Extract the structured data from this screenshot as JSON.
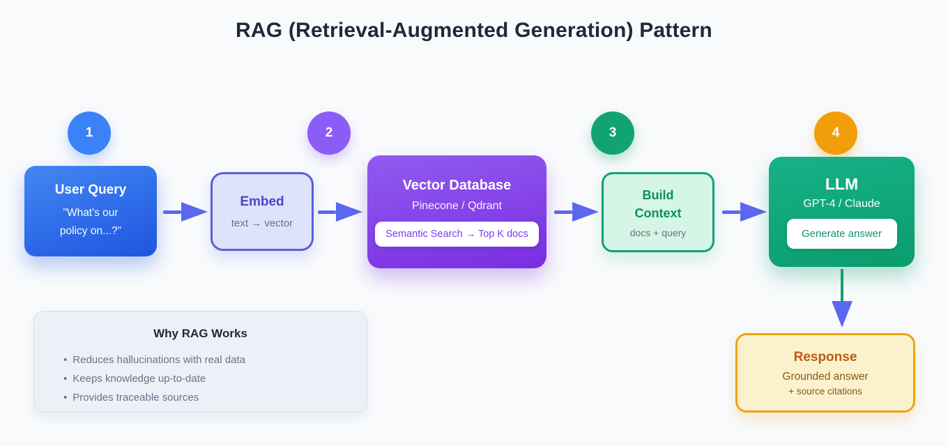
{
  "page": {
    "title": "RAG (Retrieval-Augmented Generation) Pattern",
    "background": "#f8fafc"
  },
  "steps": [
    {
      "number": "1",
      "color": "#3b82f6"
    },
    {
      "number": "2",
      "color": "#8b5cf6"
    },
    {
      "number": "3",
      "color": "#11a374"
    },
    {
      "number": "4",
      "color": "#f29d0a"
    }
  ],
  "nodes": {
    "user_query": {
      "title": "User Query",
      "subtitle": "\"What's our policy on...?\"",
      "accent": "#1e55e0"
    },
    "embed": {
      "title": "Embed",
      "subtitle": "text → vector",
      "accent": "#5a5fd8"
    },
    "vector_db": {
      "title": "Vector Database",
      "subtitle": "Pinecone / Qdrant",
      "badge": "Semantic Search → Top K docs",
      "accent": "#7c3aed"
    },
    "build_context": {
      "title": "Build Context",
      "subtitle": "docs + query",
      "accent": "#12a273"
    },
    "llm": {
      "title": "LLM",
      "subtitle": "GPT-4 / Claude",
      "badge": "Generate answer",
      "accent": "#0a9c6d"
    },
    "response": {
      "title": "Response",
      "subtitle_line1": "Grounded answer",
      "subtitle_line2": "+ source citations",
      "accent": "#efa213"
    }
  },
  "why": {
    "title": "Why RAG Works",
    "bullet_char": "•",
    "bullets": [
      "Reduces hallucinations with real data",
      "Keeps knowledge up-to-date",
      "Provides traceable sources"
    ]
  },
  "colors": {
    "arrow": "#5b68ee",
    "down_arrow_line": "#12a173",
    "heading_text": "#1f2937"
  }
}
